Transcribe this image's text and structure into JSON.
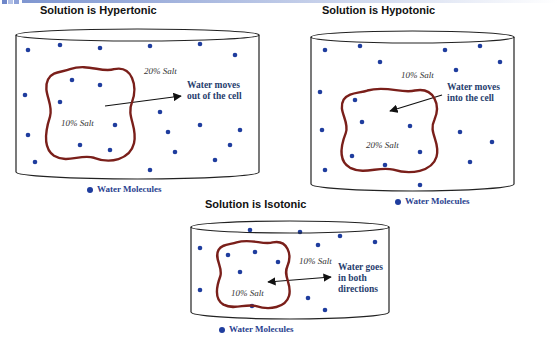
{
  "diagram": {
    "nodes": [
      {
        "text": [
          "Solution is Hypertonic",
          "20% Salt"
        ]
      },
      {
        "text": [
          "10% Salt"
        ],
        "in": 0
      },
      {
        "text": [
          "Solution is Hypotonic",
          "10% Salt"
        ]
      },
      {
        "text": [
          "20% Salt"
        ],
        "in": 2
      },
      {
        "text": [
          "Solution is Isotonic",
          "10% Salt"
        ]
      },
      {
        "text": [
          "10% Salt"
        ],
        "in": 4
      }
    ],
    "labels": [
      "Water moves out of the cell",
      "Water moves into the cell",
      "Water goes in both directions"
    ],
    "legend": [
      {
        "text": "Water Molecules",
        "color": "#1f3d9e"
      },
      {
        "text": "Water Molecules",
        "color": "#1f3d9e"
      },
      {
        "text": "Water Molecules",
        "color": "#1f3d9e"
      }
    ]
  }
}
